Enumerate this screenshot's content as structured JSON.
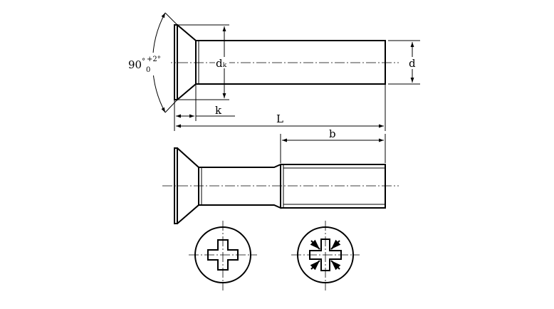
{
  "labels": {
    "angle_main": "90",
    "angle_deg": "°",
    "angle_tol_upper": "+2°",
    "angle_tol_lower": "0",
    "dk": "dₖ",
    "d": "d",
    "k": "k",
    "L": "L",
    "b": "b"
  },
  "drive_types": [
    {
      "name": "phillips"
    },
    {
      "name": "pozidriv"
    }
  ]
}
